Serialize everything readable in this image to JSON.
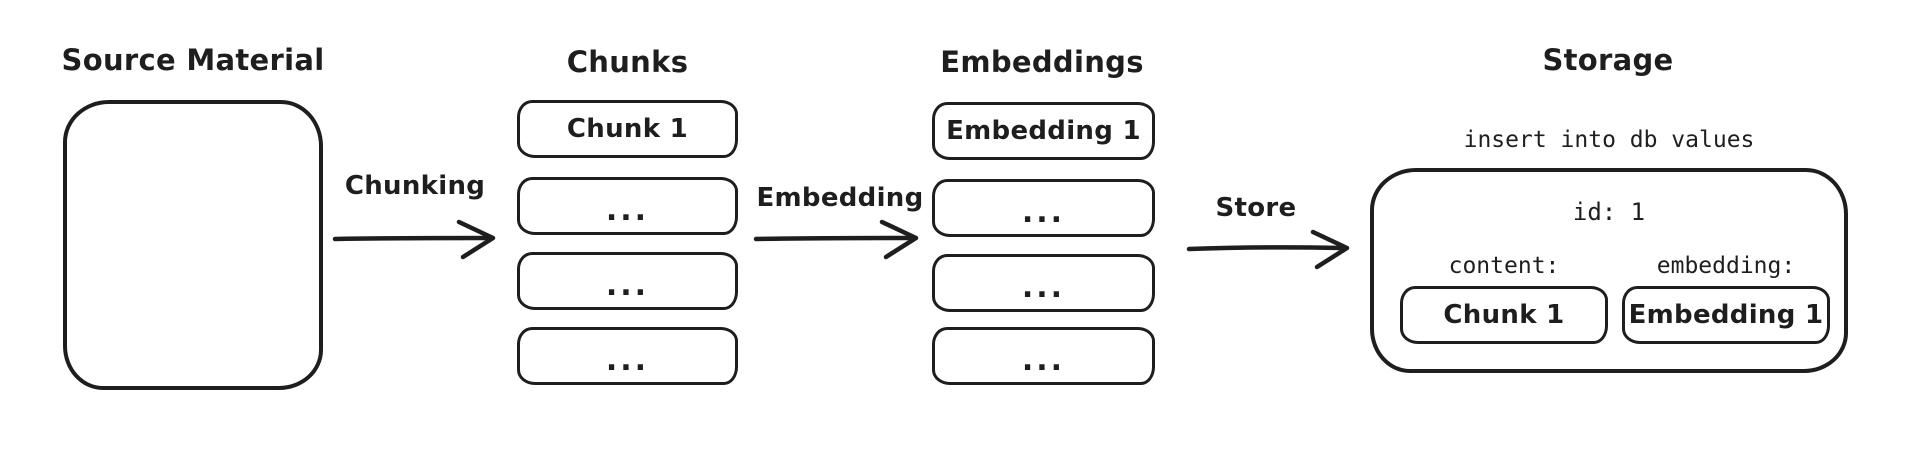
{
  "diagram": {
    "source": {
      "title": "Source Material"
    },
    "chunking_arrow": {
      "label": "Chunking"
    },
    "chunks": {
      "title": "Chunks",
      "items": [
        "Chunk 1",
        "...",
        "...",
        "..."
      ]
    },
    "embedding_arrow": {
      "label": "Embedding"
    },
    "embeddings": {
      "title": "Embeddings",
      "items": [
        "Embedding 1",
        "...",
        "...",
        "..."
      ]
    },
    "store_arrow": {
      "label": "Store"
    },
    "storage": {
      "title": "Storage",
      "code_line": "insert into db values",
      "record": {
        "id_line": "id: 1",
        "content_label": "content:",
        "embedding_label": "embedding:",
        "content_value": "Chunk 1",
        "embedding_value": "Embedding 1"
      }
    },
    "colors": {
      "stroke": "#1e1e1e",
      "background": "#ffffff"
    }
  }
}
